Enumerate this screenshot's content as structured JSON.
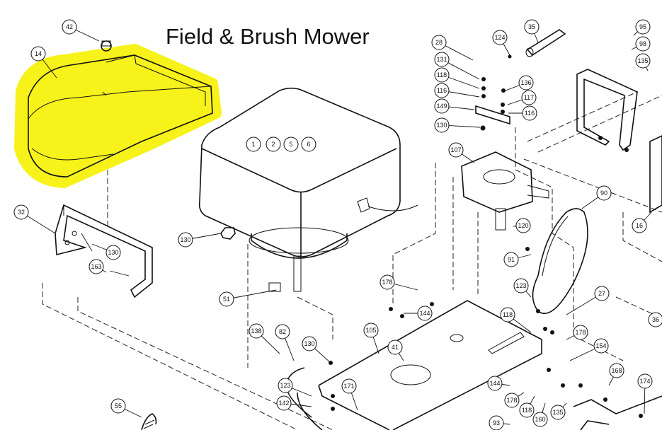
{
  "title": "Field & Brush Mower",
  "highlight_color": "#f7f21a",
  "callouts": [
    "42",
    "14",
    "32",
    "130",
    "163",
    "1",
    "2",
    "5",
    "6",
    "130",
    "51",
    "28",
    "124",
    "35",
    "131",
    "118",
    "116",
    "136",
    "117",
    "149",
    "116",
    "130",
    "107",
    "95",
    "98",
    "135",
    "16",
    "90",
    "120",
    "91",
    "123",
    "27",
    "178",
    "144",
    "118",
    "178",
    "154",
    "138",
    "82",
    "130",
    "105",
    "41",
    "168",
    "174",
    "171",
    "123",
    "142",
    "144",
    "178",
    "118",
    "160",
    "135",
    "93",
    "36",
    "55"
  ]
}
